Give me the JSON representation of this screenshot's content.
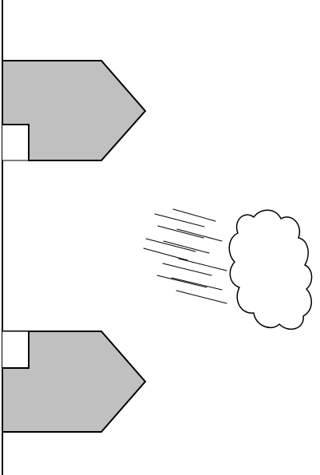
{
  "diagram": {
    "background_color": "#ffffff",
    "line_color": "#000000",
    "shape_fill_color": "#c0c0c0",
    "elements": [
      "vertical-boundary-line",
      "upper-arrow-shape",
      "upper-notch",
      "lower-arrow-shape",
      "lower-notch",
      "motion-lines",
      "cloud-shape"
    ]
  }
}
